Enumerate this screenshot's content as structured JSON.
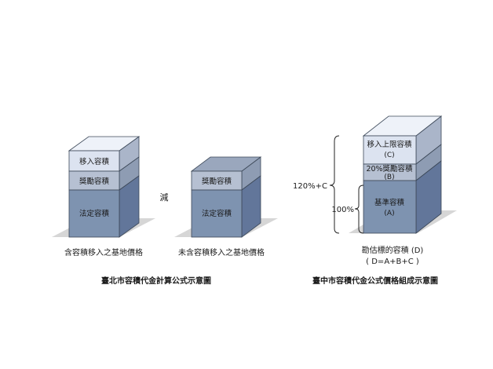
{
  "left_diagram": {
    "stack1": {
      "blocks": [
        "移入容積",
        "獎勵容積",
        "法定容積"
      ],
      "caption": "含容積移入之基地價格"
    },
    "minus": "減",
    "stack2": {
      "blocks": [
        "獎勵容積",
        "法定容積"
      ],
      "caption": "未含容積移入之基地價格"
    },
    "title": "臺北市容積代金計算公式示意圖"
  },
  "right_diagram": {
    "blocks": [
      {
        "label": "移入上限容積",
        "sub": "(C)"
      },
      {
        "label": "20%獎勵容積",
        "sub": "(B)"
      },
      {
        "label": "基準容積",
        "sub": "(A)"
      }
    ],
    "bracket_outer": "120%+C",
    "bracket_inner": "100%",
    "caption1": "勘估標的容積 (D)",
    "caption2": "( D=A+B+C )",
    "title": "臺中市容積代金公式價格組成示意圖"
  },
  "colors": {
    "top_light": "#dce3f0",
    "mid": "#b6c0d2",
    "base": "#7e93b0",
    "edge": "#3c4858",
    "shadow": "#d6d6d6"
  }
}
